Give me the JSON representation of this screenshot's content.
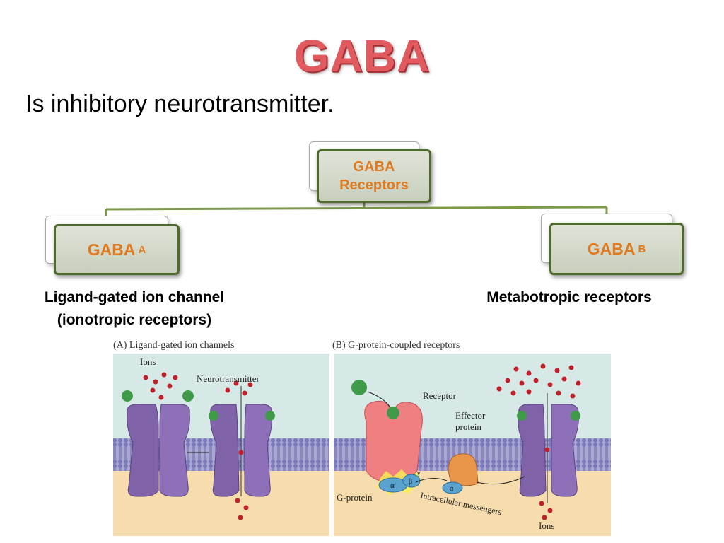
{
  "title": "GABA",
  "subtitle": "Is inhibitory neurotransmitter.",
  "tree": {
    "root": {
      "line1": "GABA",
      "line2": "Receptors"
    },
    "left": {
      "label": "GABA",
      "sub": "A",
      "caption_line1": "Ligand-gated ion channel",
      "caption_line2": "(ionotropic receptors)"
    },
    "right": {
      "label": "GABA",
      "sub": "B",
      "caption": "Metabotropic receptors"
    }
  },
  "figure": {
    "panel_a_title": "(A) Ligand-gated ion channels",
    "panel_b_title": "(B) G-protein-coupled receptors",
    "labels": {
      "ions_top": "Ions",
      "neurotransmitter": "Neurotransmitter",
      "receptor": "Receptor",
      "effector_line1": "Effector",
      "effector_line2": "protein",
      "g_protein": "G-protein",
      "intracellular": "Intracellular messengers",
      "ions_bottom": "Ions",
      "alpha": "α",
      "beta": "β",
      "gamma": "γ"
    },
    "colors": {
      "extracellular": "#d6e9e6",
      "intracellular": "#f7dcae",
      "membrane": "#8d8ec4",
      "channel": "#7f62a8",
      "ion": "#c0202a",
      "ligand": "#3f9a4a",
      "receptor": "#f07f82",
      "effector": "#e9964a",
      "gprotein": "#5aa3d0"
    }
  }
}
